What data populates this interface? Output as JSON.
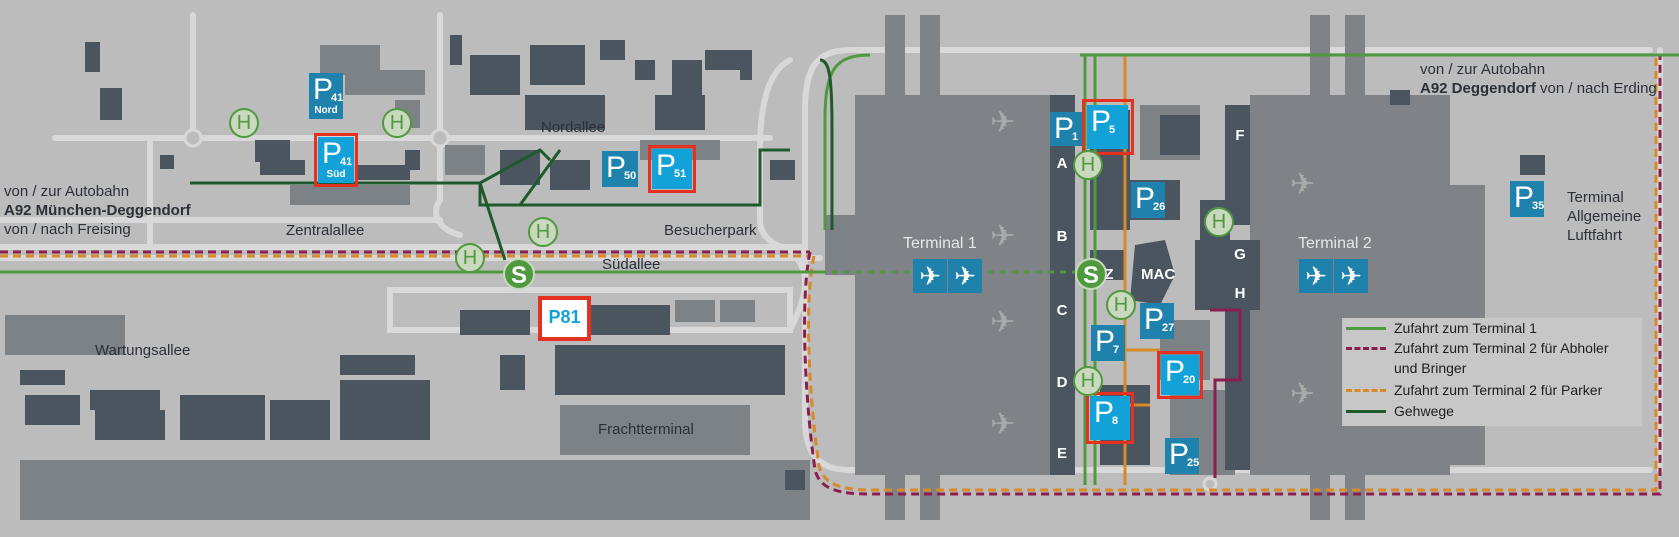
{
  "map": {
    "roads": {
      "nordallee": "Nordallee",
      "zentralallee": "Zentralallee",
      "besucherpark": "Besucherpark",
      "suedallee": "Südallee",
      "wartungsallee": "Wartungsallee",
      "frachtterminal": "Frachtterminal"
    },
    "autobahn_west": {
      "line1": "von / zur Autobahn",
      "line2": "A92 München-Deggendorf",
      "line3": "von / nach Freising"
    },
    "autobahn_east": {
      "line1": "von / zur Autobahn",
      "line2_bold": "A92 Deggendorf",
      "line2_rest": " von / nach Erding"
    },
    "terminals": {
      "t1": "Terminal 1",
      "t2": "Terminal 2",
      "mac": "MAC",
      "general_aviation": [
        "Terminal",
        "Allgemeine",
        "Luftfahrt"
      ]
    },
    "gates_t1": [
      "A",
      "B",
      "C",
      "D",
      "E"
    ],
    "gates_t2": [
      "F",
      "G",
      "H"
    ],
    "gate_z": "Z",
    "parking": {
      "p41_nord": {
        "letter": "P",
        "num": "41",
        "sub": "Nord"
      },
      "p41_sued": {
        "letter": "P",
        "num": "41",
        "sub": "Süd"
      },
      "p50": {
        "letter": "P",
        "num": "50"
      },
      "p51": {
        "letter": "P",
        "num": "51"
      },
      "p81": {
        "label": "P81"
      },
      "p1": {
        "letter": "P",
        "num": "1"
      },
      "p5": {
        "letter": "P",
        "num": "5"
      },
      "p26": {
        "letter": "P",
        "num": "26"
      },
      "p27": {
        "letter": "P",
        "num": "27"
      },
      "p7": {
        "letter": "P",
        "num": "7"
      },
      "p20": {
        "letter": "P",
        "num": "20"
      },
      "p8": {
        "letter": "P",
        "num": "8"
      },
      "p25": {
        "letter": "P",
        "num": "25"
      },
      "p35": {
        "letter": "P",
        "num": "35"
      }
    },
    "bus_stop_symbol": "H",
    "sbahn_symbol": "S",
    "plane_symbol": "✈"
  },
  "legend": {
    "items": [
      {
        "label": "Zufahrt zum Terminal 1",
        "color": "#4f9a3e",
        "style": "solid"
      },
      {
        "label": "Zufahrt zum Terminal 2 für Abholer",
        "label2": "und Bringer",
        "color": "#8b1d4f",
        "style": "dashed"
      },
      {
        "label": "Zufahrt zum Terminal 2 für Parker",
        "color": "#d68a28",
        "style": "dashed"
      },
      {
        "label": "Gehwege",
        "color": "#1f5a2c",
        "style": "solid"
      }
    ]
  },
  "colors": {
    "background": "#bcbcbc",
    "building": "#4a5560",
    "terminal": "#7f8388",
    "parking": "#1f82ad",
    "parking_highlight": "#12a2d8",
    "highlight_border": "#e53122",
    "road": "#d7d7d7"
  }
}
